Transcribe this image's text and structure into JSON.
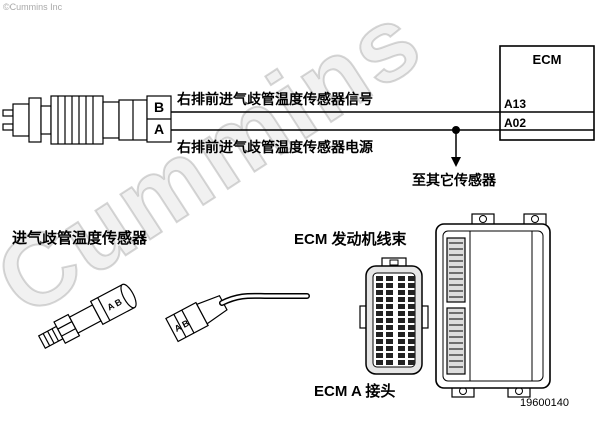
{
  "meta": {
    "copyright": "©Cummins Inc",
    "part_number": "19600140"
  },
  "watermark": {
    "text": "Cummins"
  },
  "ecm": {
    "title": "ECM",
    "pin_a13": "A13",
    "pin_a02": "A02"
  },
  "sensor_connector": {
    "pin_top": "B",
    "pin_bottom": "A"
  },
  "wire_labels": {
    "signal": "右排前进气歧管温度传感器信号",
    "supply": "右排前进气歧管温度传感器电源",
    "branch": "至其它传感器"
  },
  "captions": {
    "sensor": "进气歧管温度传感器",
    "harness": "ECM 发动机线束",
    "ecm_connector": "ECM A 接头"
  },
  "illustrations": {
    "sensor_marking": "A B",
    "harness_marking": "A B"
  },
  "colors": {
    "line": "#000000",
    "pin_fill": "#222222",
    "watermark": "#bbbbbb"
  }
}
